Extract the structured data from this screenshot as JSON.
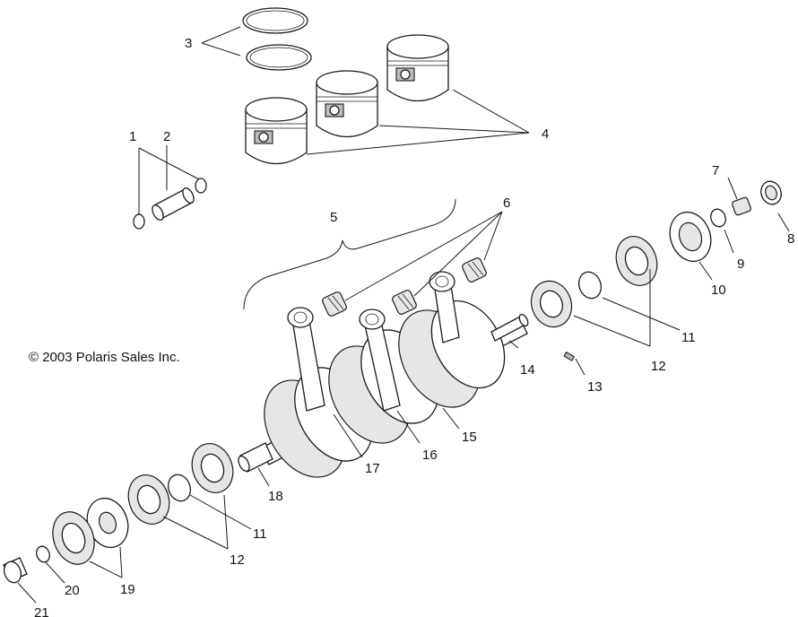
{
  "copyright": "© 2003 Polaris Sales Inc.",
  "callouts": [
    "1",
    "2",
    "3",
    "4",
    "5",
    "6",
    "7",
    "8",
    "9",
    "10",
    "11",
    "12",
    "13",
    "14",
    "15",
    "16",
    "17",
    "18",
    "19",
    "20",
    "21"
  ],
  "callouts_repeat": {
    "11b": "11",
    "12b": "12"
  },
  "colors": {
    "line": "#1a1a1a",
    "background": "#ffffff",
    "shade": "#e6e6e6"
  }
}
